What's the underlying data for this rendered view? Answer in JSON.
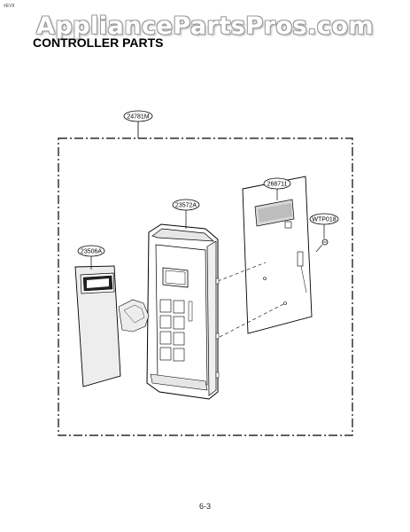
{
  "header": {
    "corner_mark": "#EV9",
    "watermark": "AppliancePartsPros.com",
    "title": "CONTROLLER PARTS"
  },
  "parts": {
    "assembly": "24781M",
    "frame": "23572A",
    "sheet": "23506A",
    "pcb": "268711",
    "screw": "WTP018"
  },
  "footer": {
    "page_number": "6-3"
  }
}
